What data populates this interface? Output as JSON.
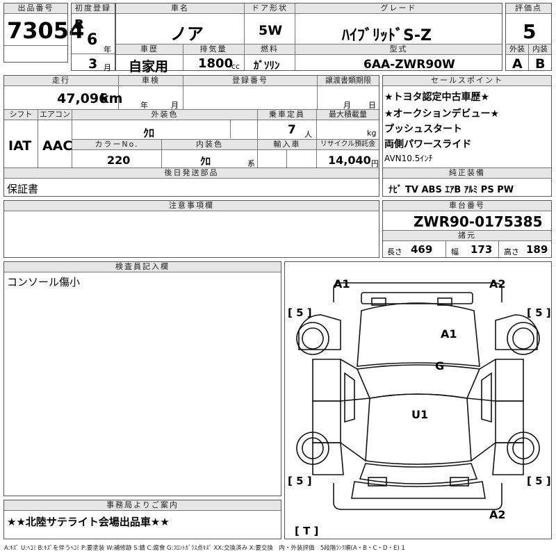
{
  "sheet": {
    "lot": {
      "label": "出品番号",
      "value": "73054"
    },
    "first_reg": {
      "label": "初度登録",
      "era": "R",
      "year": "6",
      "year_unit": "年",
      "month": "3",
      "month_unit": "月"
    },
    "car_name": {
      "label": "車名",
      "value": "ノア"
    },
    "doors": {
      "label": "ドア形状",
      "value": "5W"
    },
    "grade": {
      "label": "グレード",
      "value": "ﾊｲﾌﾞﾘｯﾄﾞS-Z"
    },
    "rating": {
      "label": "評価点",
      "value": "5"
    },
    "history": {
      "label": "車歴",
      "value": "自家用"
    },
    "displacement": {
      "label": "排気量",
      "value": "1800",
      "unit": "cc"
    },
    "fuel": {
      "label": "燃料",
      "value": "ｶﾞｿﾘﾝ"
    },
    "model": {
      "label": "型式",
      "value": "6AA-ZWR90W"
    },
    "ext_grade": {
      "label": "外装",
      "value": "A"
    },
    "int_grade": {
      "label": "内装",
      "value": "B"
    },
    "mileage": {
      "label": "走行",
      "value": "47,096",
      "unit": "km"
    },
    "inspection": {
      "label": "車検",
      "year_unit": "年",
      "month_unit": "月"
    },
    "reg_no": {
      "label": "登録番号"
    },
    "transfer": {
      "label": "譲渡書類期限",
      "month_unit": "月",
      "day_unit": "日"
    },
    "shift": {
      "label": "シフト",
      "value": "IAT"
    },
    "ac": {
      "label": "エアコン",
      "value": "AAC"
    },
    "ext_color": {
      "label": "外装色",
      "value": "ｸﾛ"
    },
    "capacity": {
      "label": "乗車定員",
      "value": "7",
      "unit": "人"
    },
    "max_load": {
      "label": "最大積載量",
      "unit": "kg"
    },
    "color_no": {
      "label": "カラーNo.",
      "value": "220"
    },
    "int_color": {
      "label": "内装色",
      "value": "ｸﾛ",
      "unit": "系"
    },
    "import": {
      "label": "輸入車"
    },
    "recycle": {
      "label": "リサイクル預託金",
      "value": "14,040",
      "unit": "円"
    },
    "later_parts": {
      "label": "後日発送部品",
      "value": "保証書"
    },
    "selling_points": {
      "label": "セールスポイント",
      "items": [
        "★トヨタ認定中古車歴★",
        "★オークションデビュー★",
        "プッシュスタート",
        "両側パワースライド",
        "AVN10.5ｲﾝﾁ"
      ]
    },
    "equipment": {
      "label": "純正装備",
      "value": "ﾅﾋﾞ TV ABS ｴｱB ｱﾙﾐ PS PW"
    },
    "notes": {
      "label": "注意事項欄"
    },
    "chassis": {
      "label": "車台番号",
      "value": "ZWR90-0175385"
    },
    "specs": {
      "label": "諸元",
      "length_label": "長さ",
      "length": "469",
      "width_label": "幅",
      "width": "173",
      "height_label": "高さ",
      "height": "189"
    },
    "inspector": {
      "label": "検査員記入欄",
      "value": "コンソール傷小"
    },
    "office": {
      "label": "事務局よりご案内",
      "value": "★★北陸サテライト会場出品車★★"
    },
    "legend": "A:ｷｽﾞ U:ﾍｺﾐ B:ｷｽﾞを伴うﾍｺﾐ P:要塗装 W:補修跡 S:錆 C:腐食 G:ﾌﾛﾝﾄｶﾞﾗｽ点ｷｽﾞ XX:交換済み X:要交換　内・外装評価　5段階ﾗﾝｸ順(A・B・C・D・E) 1"
  },
  "diagram": {
    "marks": {
      "front_left": "A1",
      "front_right": "A2",
      "hood": "A1",
      "windshield": "G",
      "roof": "U1",
      "rear": "A2"
    },
    "tires": {
      "fl": "[ 5 ]",
      "fr": "[ 5 ]",
      "rl": "[ 5 ]",
      "rr": "[ 5 ]",
      "spare": "[ T ]"
    }
  }
}
